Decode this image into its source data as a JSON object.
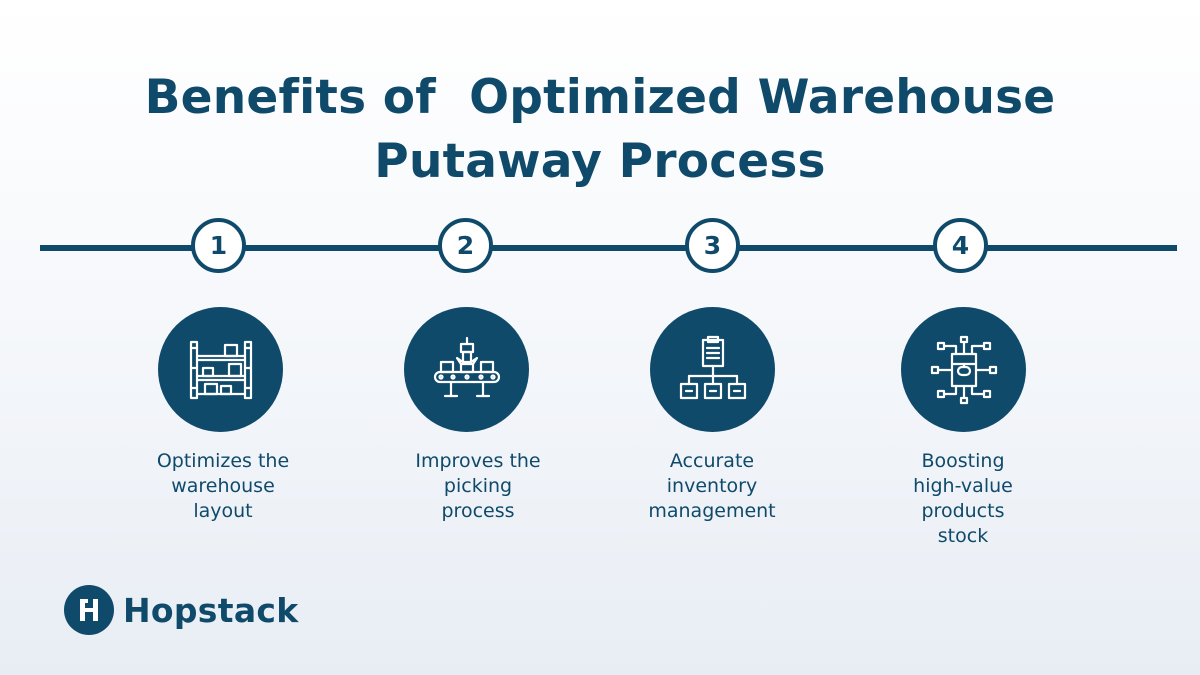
{
  "title": {
    "line1": "Benefits of  Optimized Warehouse",
    "line2": "Putaway Process"
  },
  "steps": [
    {
      "number": "1",
      "icon": "warehouse-shelving-icon",
      "label_lines": [
        "Optimizes the",
        "warehouse",
        "layout"
      ]
    },
    {
      "number": "2",
      "icon": "conveyor-picking-icon",
      "label_lines": [
        "Improves the",
        "picking",
        "process"
      ]
    },
    {
      "number": "3",
      "icon": "inventory-hierarchy-icon",
      "label_lines": [
        "Accurate",
        "inventory",
        "management"
      ]
    },
    {
      "number": "4",
      "icon": "high-value-product-icon",
      "label_lines": [
        "Boosting",
        "high-value",
        "products",
        "stock"
      ]
    }
  ],
  "brand": {
    "name": "Hopstack",
    "logo_icon": "hopstack-logo-icon"
  },
  "colors": {
    "primary": "#0f4a6b",
    "background": "#f6f8fb",
    "icon_stroke": "#ffffff"
  }
}
